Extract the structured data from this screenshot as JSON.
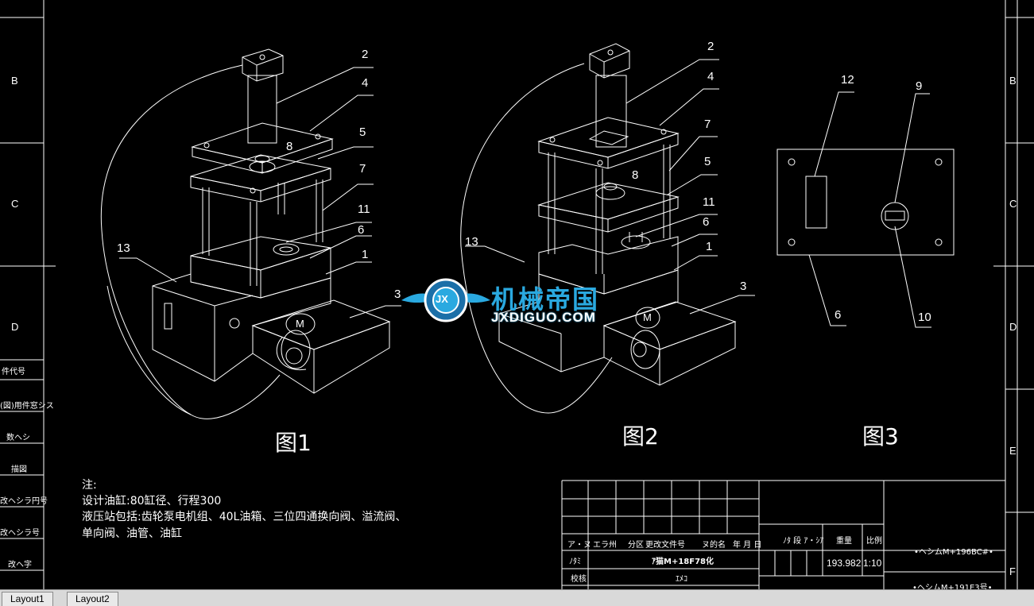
{
  "tabs": [
    "Layout1",
    "Layout2"
  ],
  "zones_left": [
    "B",
    "C",
    "D"
  ],
  "zones_right": [
    "B",
    "C",
    "D",
    "E",
    "F"
  ],
  "left_panel_rows": [
    "件代号",
    "(図)用件窓シス",
    "数ヘシ",
    "描図",
    "改ヘシラ円号",
    "改ヘシラ号",
    "改ヘ字"
  ],
  "figures": {
    "fig1": {
      "caption": "图1",
      "labels": [
        "2",
        "4",
        "5",
        "7",
        "11",
        "6",
        "1",
        "3",
        "13",
        "8"
      ]
    },
    "fig2": {
      "caption": "图2",
      "labels": [
        "2",
        "4",
        "7",
        "5",
        "11",
        "6",
        "1",
        "3",
        "13",
        "8"
      ]
    },
    "fig3": {
      "caption": "图3",
      "labels": [
        "12",
        "9",
        "6",
        "10"
      ]
    }
  },
  "motor_symbol": "M",
  "notes": {
    "title": "注:",
    "line1": "设计油缸:80缸径、行程300",
    "line2": "液压站包括:齿轮泵电机组、40L油箱、三位四通换向阀、溢流阀、",
    "line3": "单向阀、油管、油缸"
  },
  "title_block": {
    "header_cells": [
      "ア・ヌ",
      "エラ州",
      "分区",
      "更改文件号",
      "ヌ的名",
      "年 月 日"
    ],
    "stage_label": "ﾉﾀ 段 ｱ・ｼｱ",
    "weight_label": "重量",
    "scale_label": "比例",
    "row_designer": "ﾉﾀﾐ",
    "designer_value": "ｱ猫M+18F78化",
    "row_checker": "校核",
    "checker_value": "ｴﾒｺ",
    "weight": "193.982",
    "scale": "1:10",
    "drawing_name": "•ヘシムM+196BC#•",
    "drawing_code": "•ヘシムM+191E3号•"
  },
  "watermark": {
    "cn": "机械帝国",
    "en": "JXDIGUO.COM",
    "badge": "JX"
  },
  "colors": {
    "background": "#000000",
    "lines": "#ffffff",
    "watermark_blue": "#2aa9e0",
    "tab_bar": "#d9d9d9"
  }
}
